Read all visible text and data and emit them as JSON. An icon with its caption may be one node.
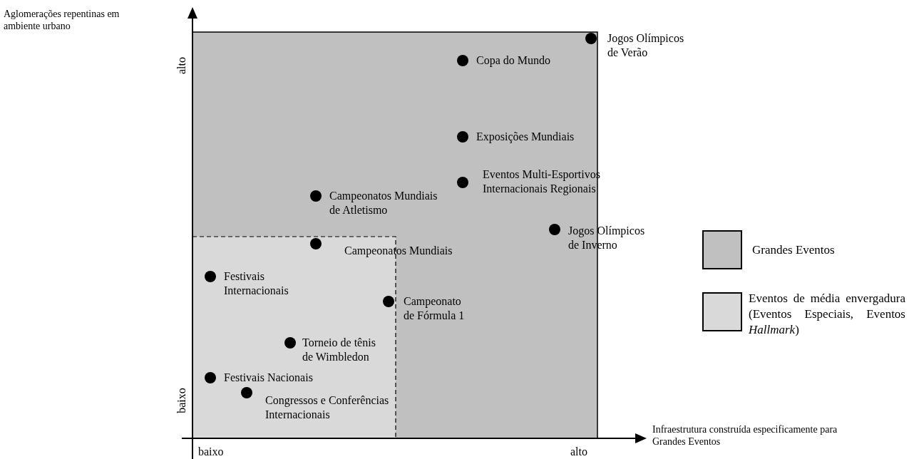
{
  "diagram": {
    "labels": [
      "Aglomerações repentinas em ambiente urbano",
      "Jogos Olímpicos de Verão",
      "Copa do Mundo",
      "alto",
      "Exposições Mundiais",
      "Eventos Multi-Esportivos Internacionais Regionais",
      "Campeonatos Mundiais de Atletismo",
      "Jogos Olímpicos de Inverno",
      "Campeonatos Mundiais",
      "Festivais Internacionais",
      "Campeonato de Fórmula 1",
      "Torneio de tênis de Wimbledon",
      "Festivais Nacionais",
      "Congressos e Conferências Internacionais",
      "baixo",
      "Infraestrutura construída especificamente para Grandes Eventos",
      "baixo",
      "alto"
    ],
    "legend": [
      {
        "text": "Grandes Eventos",
        "color": "#c0c0c0"
      },
      {
        "text": "Eventos de média envergadura (Eventos Especiais, Eventos *Hallmark*)",
        "color": "#d9d9d9"
      }
    ]
  }
}
